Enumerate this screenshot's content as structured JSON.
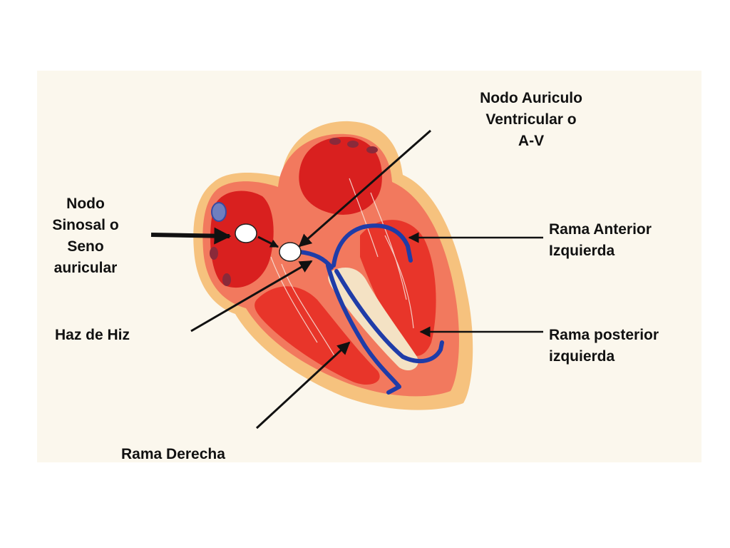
{
  "colors": {
    "background": "#fbf7ed",
    "outer_wall": "#f6c27e",
    "myocardium": "#f2795e",
    "chamber": "#d9201f",
    "conduction": "#1f3ca8",
    "node": "#ffffff",
    "arrow": "#111111"
  },
  "labels": {
    "av_node": "Nodo Auriculo\nVentricular o\nA-V",
    "sa_node": "Nodo\nSinosal o\nSeno\nauricular",
    "anterior_branch": "Rama Anterior\nIzquierda",
    "his_bundle": "Haz de Hiz",
    "posterior_branch": "Rama posterior\nizquierda",
    "right_branch": "Rama Derecha"
  }
}
